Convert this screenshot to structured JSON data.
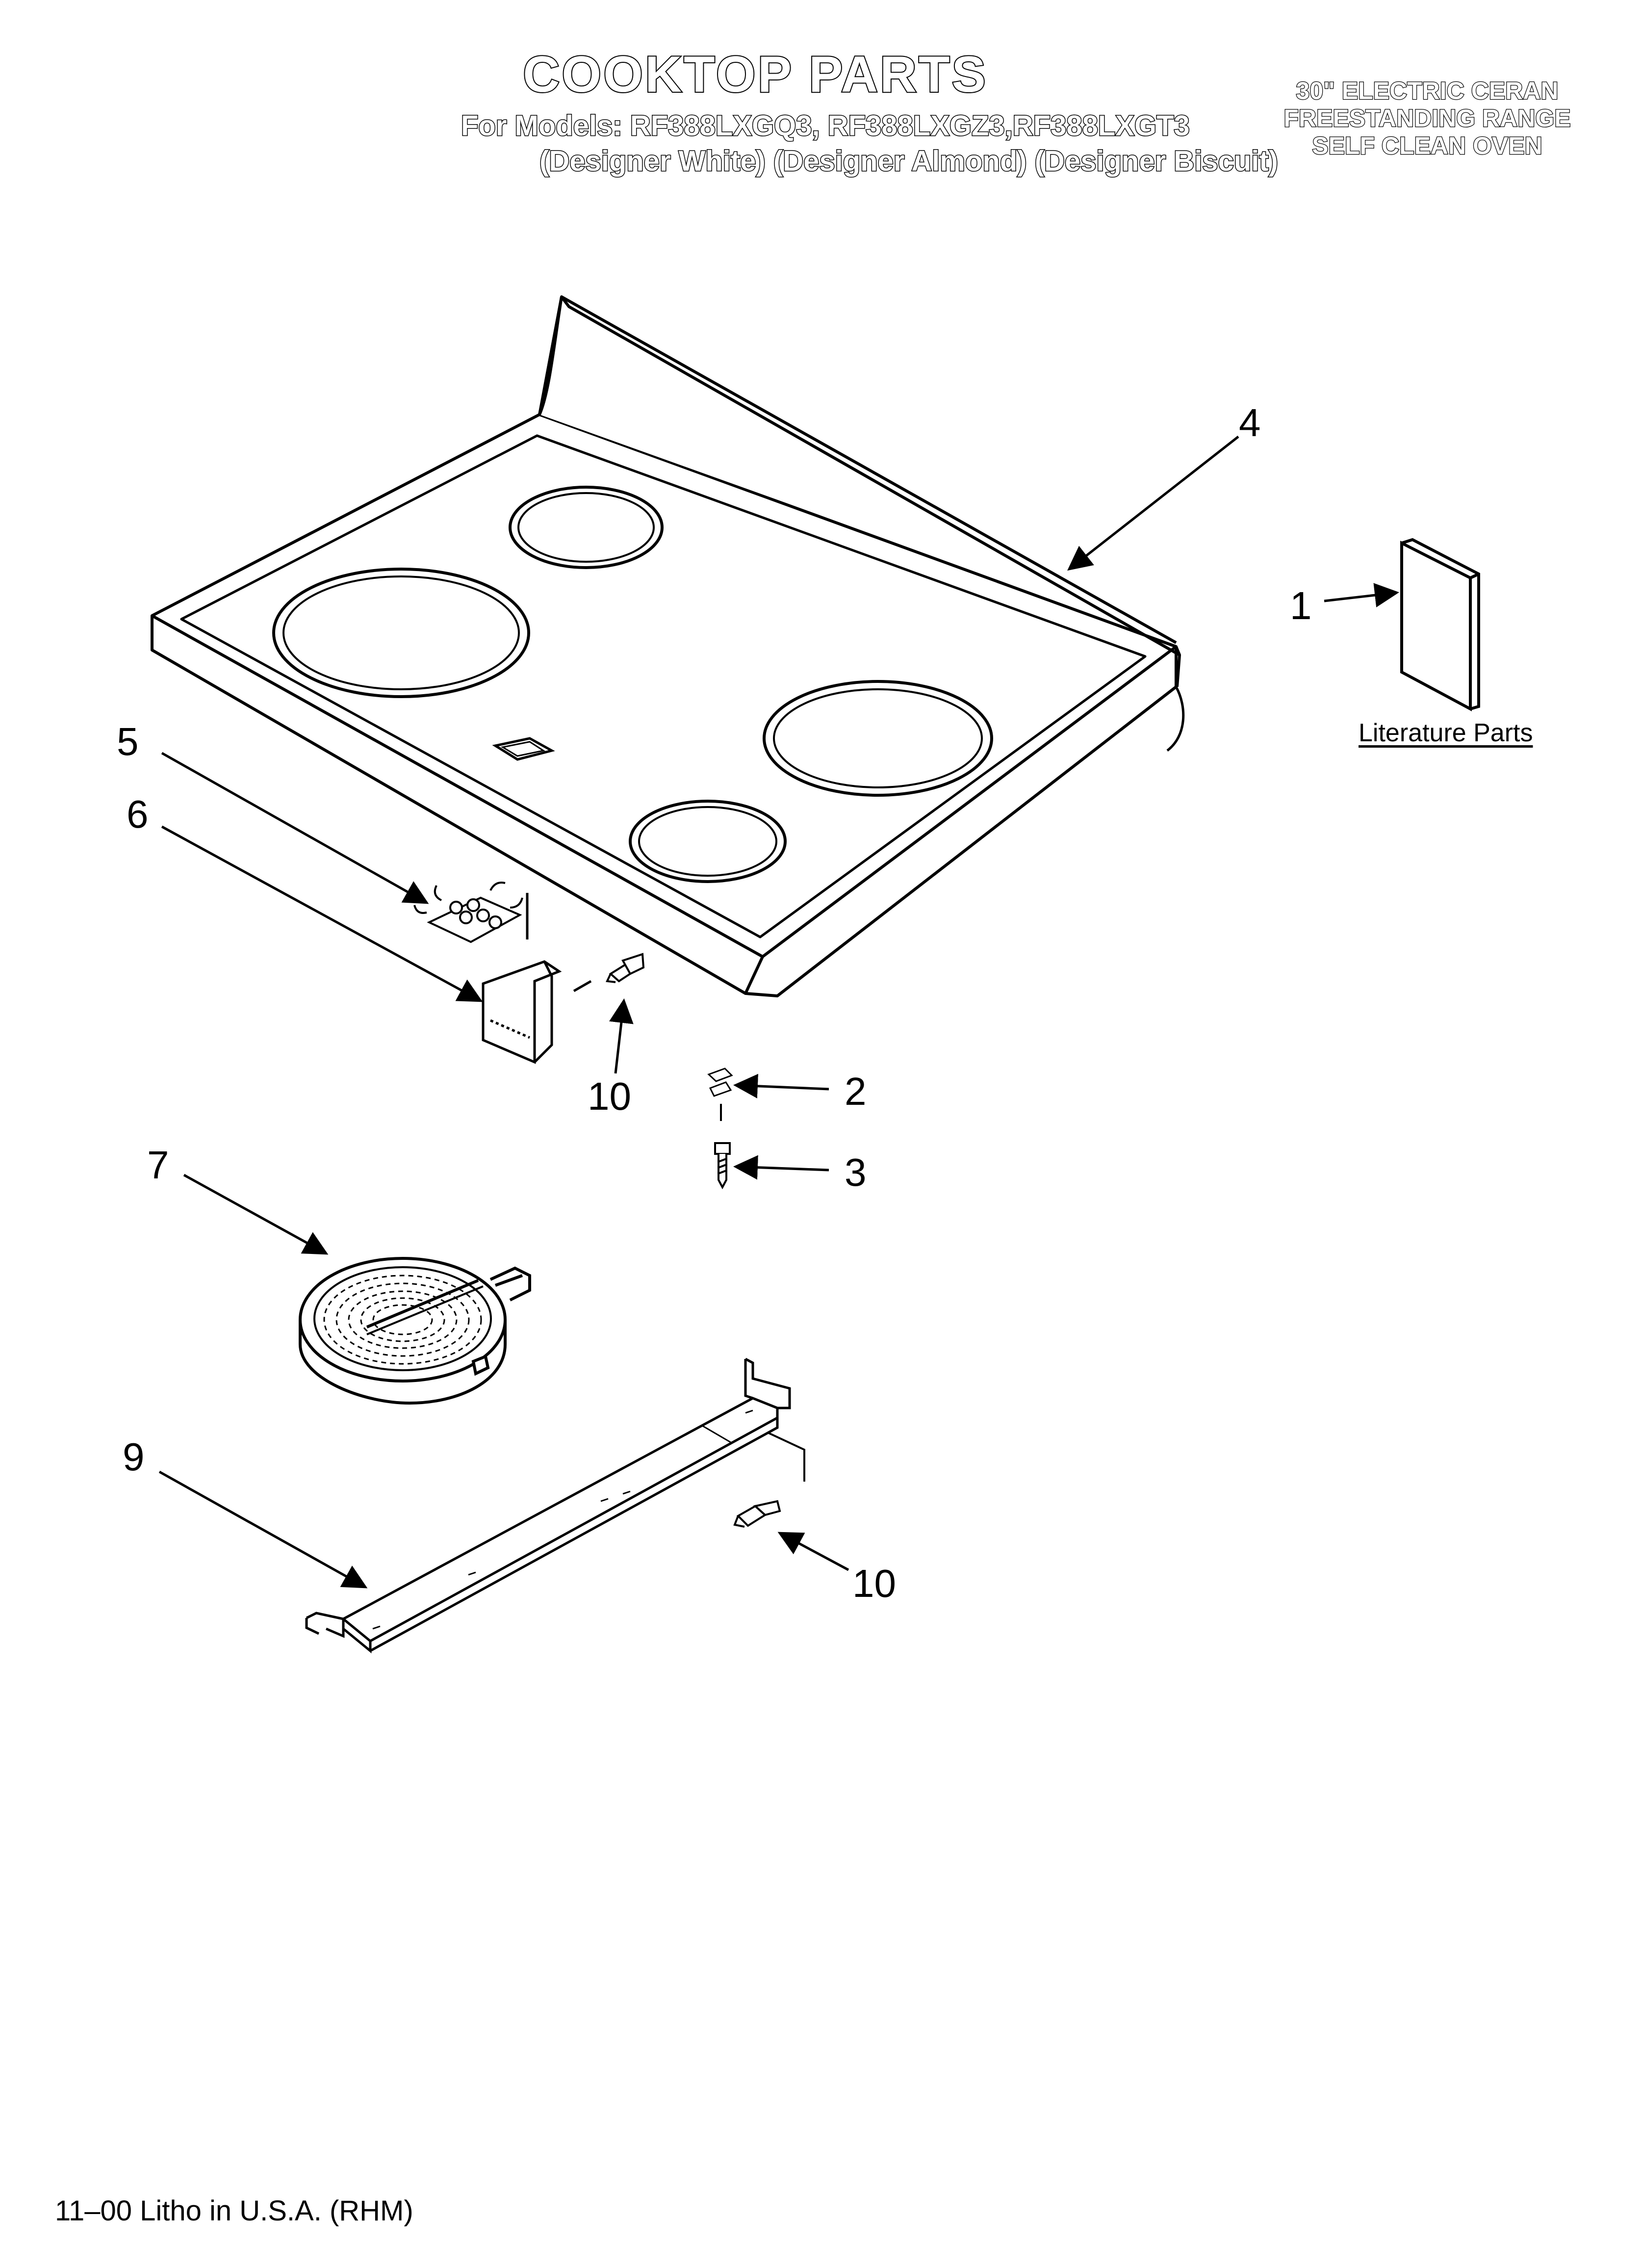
{
  "header": {
    "title": "COOKTOP PARTS",
    "models_line": "For Models: RF388LXGQ3, RF388LXGZ3,RF388LXGT3",
    "colors_line": "(Designer White) (Designer Almond) (Designer Biscuit)",
    "spec_lines": [
      "30\" ELECTRIC CERAN",
      "FREESTANDING RANGE",
      "SELF CLEAN OVEN"
    ]
  },
  "callouts": {
    "c1": "1",
    "c2": "2",
    "c3": "3",
    "c4": "4",
    "c5": "5",
    "c6": "6",
    "c7": "7",
    "c9": "9",
    "c10a": "10",
    "c10b": "10"
  },
  "literature_label": "Literature Parts",
  "footer": "11–00 Litho in U.S.A. (RHM)",
  "colors": {
    "line": "#000000",
    "background": "#ffffff"
  }
}
